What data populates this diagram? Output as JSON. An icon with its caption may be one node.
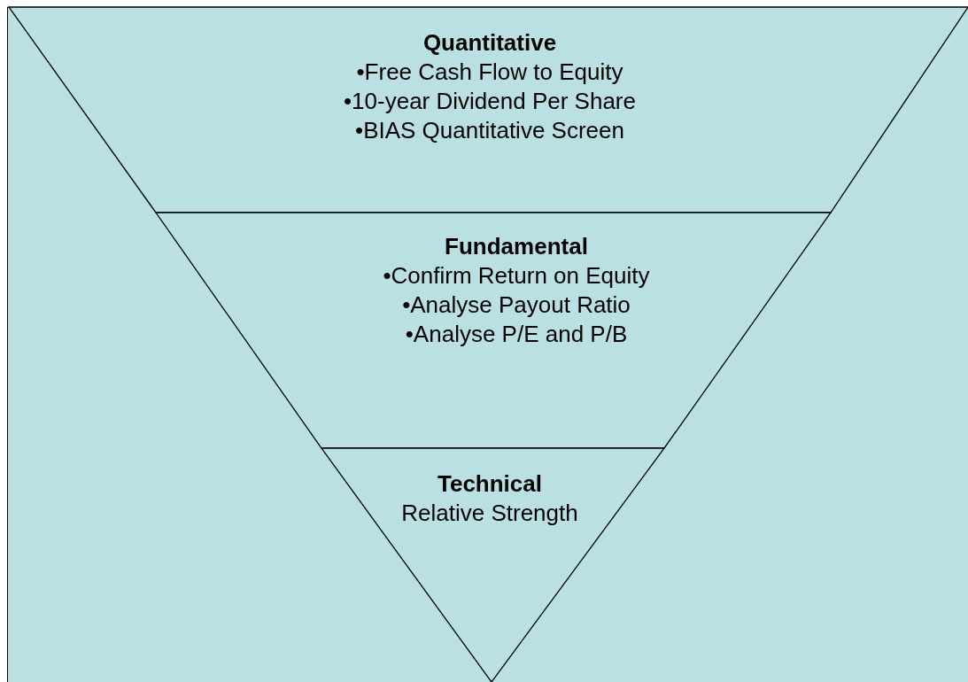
{
  "diagram": {
    "nodes": [
      {
        "text": [
          "Quantitative",
          "•Free Cash Flow to Equity",
          "•10-year Dividend Per Share",
          "•BIAS Quantitative Screen"
        ]
      },
      {
        "text": [
          "Fundamental",
          "•Confirm Return on Equity",
          "•Analyse Payout Ratio",
          "•Analyse P/E and P/B"
        ]
      },
      {
        "text": [
          "Technical",
          "Relative Strength"
        ]
      }
    ]
  }
}
